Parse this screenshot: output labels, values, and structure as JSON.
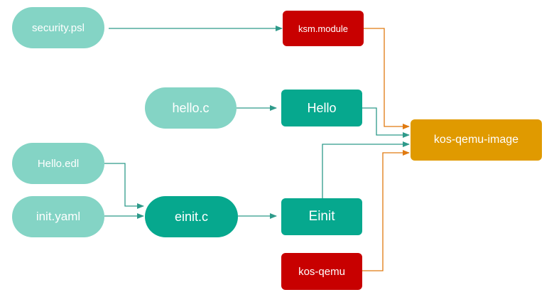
{
  "colors": {
    "light_teal": "#84d4c5",
    "teal": "#06a88e",
    "red": "#c80000",
    "gold": "#e09a00",
    "teal_line": "#2e9a8a",
    "orange_line": "#e07a10"
  },
  "nodes": {
    "security_psl": "security.psl",
    "ksm_module": "ksm.module",
    "hello_c": "hello.c",
    "hello": "Hello",
    "hello_edl": "Hello.edl",
    "init_yaml": "init.yaml",
    "einit_c": "einit.c",
    "einit": "Einit",
    "kos_qemu": "kos-qemu",
    "kos_qemu_image": "kos-qemu-image"
  }
}
